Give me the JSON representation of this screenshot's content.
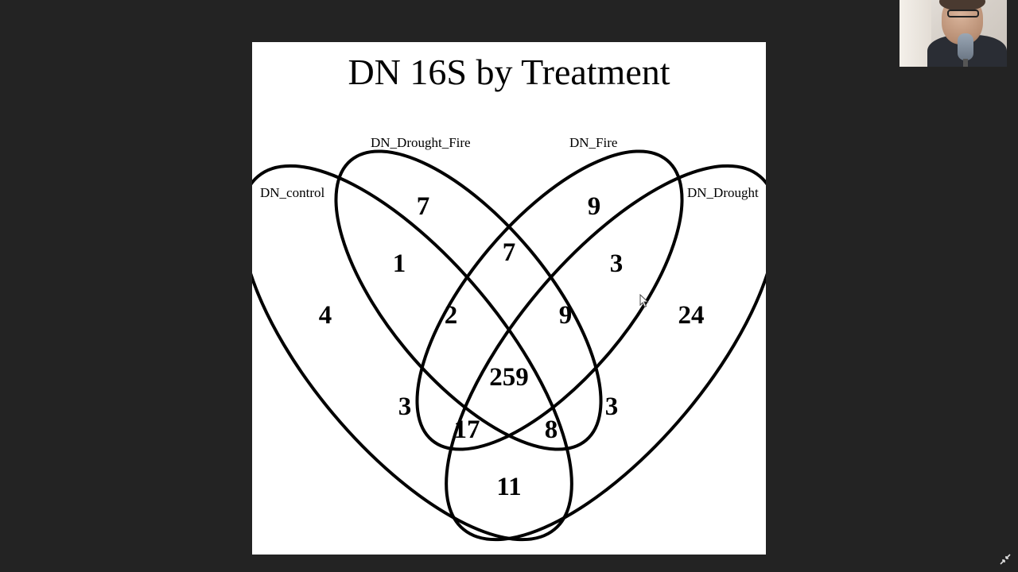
{
  "diagram": {
    "title": "DN 16S by Treatment",
    "sets": [
      {
        "label": "DN_control"
      },
      {
        "label": "DN_Drought_Fire"
      },
      {
        "label": "DN_Fire"
      },
      {
        "label": "DN_Drought"
      }
    ],
    "regions": [
      {
        "sets": [
          "DN_control"
        ],
        "count": "4"
      },
      {
        "sets": [
          "DN_Drought_Fire"
        ],
        "count": "7"
      },
      {
        "sets": [
          "DN_Fire"
        ],
        "count": "9"
      },
      {
        "sets": [
          "DN_Drought"
        ],
        "count": "24"
      },
      {
        "sets": [
          "DN_control",
          "DN_Drought_Fire"
        ],
        "count": "1"
      },
      {
        "sets": [
          "DN_Drought_Fire",
          "DN_Fire"
        ],
        "count": "7"
      },
      {
        "sets": [
          "DN_Fire",
          "DN_Drought"
        ],
        "count": "3"
      },
      {
        "sets": [
          "DN_control",
          "DN_Drought_Fire",
          "DN_Fire"
        ],
        "count": "2"
      },
      {
        "sets": [
          "DN_Drought_Fire",
          "DN_Fire",
          "DN_Drought"
        ],
        "count": "9"
      },
      {
        "sets": [
          "DN_control",
          "DN_Drought_Fire",
          "DN_Fire",
          "DN_Drought"
        ],
        "count": "259"
      },
      {
        "sets": [
          "DN_control",
          "DN_Fire"
        ],
        "count": "3"
      },
      {
        "sets": [
          "DN_Drought_Fire",
          "DN_Drought"
        ],
        "count": "3"
      },
      {
        "sets": [
          "DN_control",
          "DN_Fire",
          "DN_Drought"
        ],
        "count": "17"
      },
      {
        "sets": [
          "DN_control",
          "DN_Drought_Fire",
          "DN_Drought"
        ],
        "count": "8"
      },
      {
        "sets": [
          "DN_control",
          "DN_Drought"
        ],
        "count": "11"
      }
    ]
  },
  "icons": {
    "cursor": "mouse-pointer-icon",
    "exit_fullscreen": "exit-fullscreen-icon"
  }
}
